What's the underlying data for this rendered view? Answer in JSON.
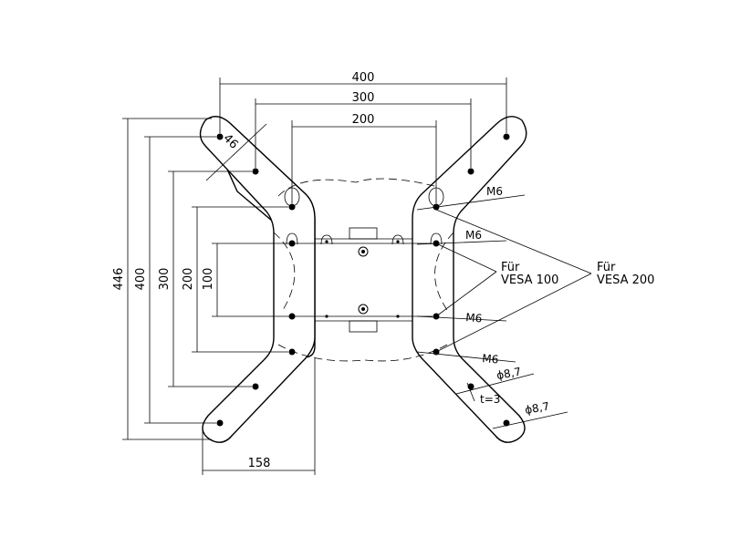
{
  "dimensions": {
    "width_400": "400",
    "width_300": "300",
    "width_200": "200",
    "height_446": "446",
    "height_400": "400",
    "height_300": "300",
    "height_200": "200",
    "height_100": "100",
    "arm_width": "46",
    "base_158": "158"
  },
  "callouts": {
    "m6_1": "M6",
    "m6_2": "M6",
    "m6_3": "M6",
    "m6_4": "M6",
    "dia_1": "ϕ8,7",
    "dia_2": "ϕ8,7",
    "thickness": "t=3",
    "vesa100_line1": "Für",
    "vesa100_line2": "VESA 100",
    "vesa200_line1": "Für",
    "vesa200_line2": "VESA 200"
  }
}
